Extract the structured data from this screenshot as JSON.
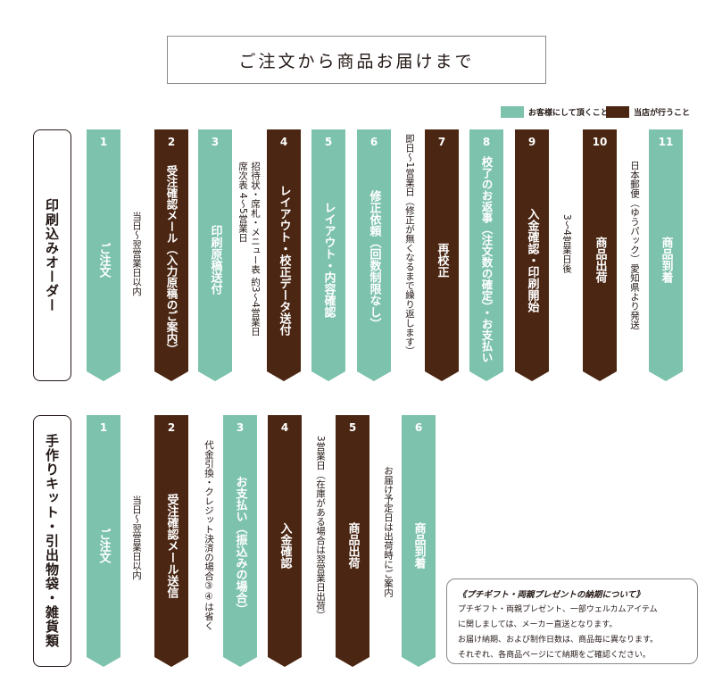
{
  "title": "ご注文から商品お届けまで",
  "legend": [
    {
      "label": "お客様にして頂くこと",
      "color": "#7dc2ad"
    },
    {
      "label": "当店が行うこと",
      "color": "#4b2612"
    }
  ],
  "section1": {
    "label": "印刷込みオーダー",
    "steps": [
      {
        "num": "1",
        "label": "ご注文",
        "who": "customer"
      },
      {
        "num": "2",
        "label": "受注確認メール（入力原稿のご案内）",
        "who": "shop"
      },
      {
        "num": "3",
        "label": "印刷原稿送付",
        "who": "customer"
      },
      {
        "num": "4",
        "label": "レイアウト・校正データ送付",
        "who": "shop"
      },
      {
        "num": "5",
        "label": "レイアウト・内容確認",
        "who": "customer"
      },
      {
        "num": "6",
        "label": "修正依頼（回数制限なし）",
        "who": "customer"
      },
      {
        "num": "7",
        "label": "再校正",
        "who": "shop"
      },
      {
        "num": "8",
        "label": "校了のお返事（注文数の確定）・お支払い",
        "who": "customer"
      },
      {
        "num": "9",
        "label": "入金確認・印刷開始",
        "who": "shop"
      },
      {
        "num": "10",
        "label": "商品出荷",
        "who": "shop"
      },
      {
        "num": "11",
        "label": "商品到着",
        "who": "customer"
      }
    ],
    "notes": [
      "当日～翌営業日以内",
      "招待状・席札・メニュー表 約3～4営業日",
      "席次表 4～5営業日",
      "即日～1営業日（修正が無くなるまで繰り返します）",
      "3～4営業日後",
      "日本郵便（ゆうパック）愛知県より発送"
    ]
  },
  "section2": {
    "label": "手作りキット・引出物袋・雑貨類",
    "steps": [
      {
        "num": "1",
        "label": "ご注文",
        "who": "customer"
      },
      {
        "num": "2",
        "label": "受注確認メール送信",
        "who": "shop"
      },
      {
        "num": "3",
        "label": "お支払い（振込みの場合）",
        "who": "customer"
      },
      {
        "num": "4",
        "label": "入金確認",
        "who": "shop"
      },
      {
        "num": "5",
        "label": "商品出荷",
        "who": "shop"
      },
      {
        "num": "6",
        "label": "商品到着",
        "who": "customer"
      }
    ],
    "notes": [
      "当日～翌営業日以内",
      "代金引換・クレジット決済の場合③④は省く",
      "3営業日（在庫がある場合は翌営業日出荷）",
      "お届け予定日は出荷時にご案内"
    ]
  },
  "info": {
    "heading": "《プチギフト・両親プレゼントの納期について》",
    "lines": [
      "プチギフト・両親プレゼント、一部ウェルカムアイテム",
      "に関しましては、メーカー直送となります。",
      "お届け納期、および制作日数は、商品毎に異なります。",
      "それぞれ、各商品ページにて納期をご確認ください。"
    ]
  }
}
